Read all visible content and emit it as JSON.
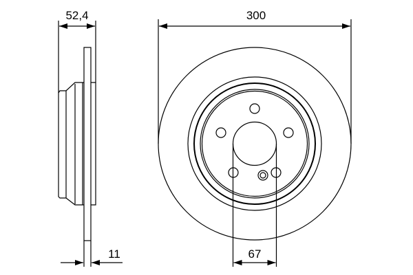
{
  "dimensions": {
    "hub_height": "52,4",
    "disc_thickness": "11",
    "outer_diameter": "300",
    "center_bore": "67"
  },
  "colors": {
    "line": "#000000",
    "background": "#ffffff"
  }
}
